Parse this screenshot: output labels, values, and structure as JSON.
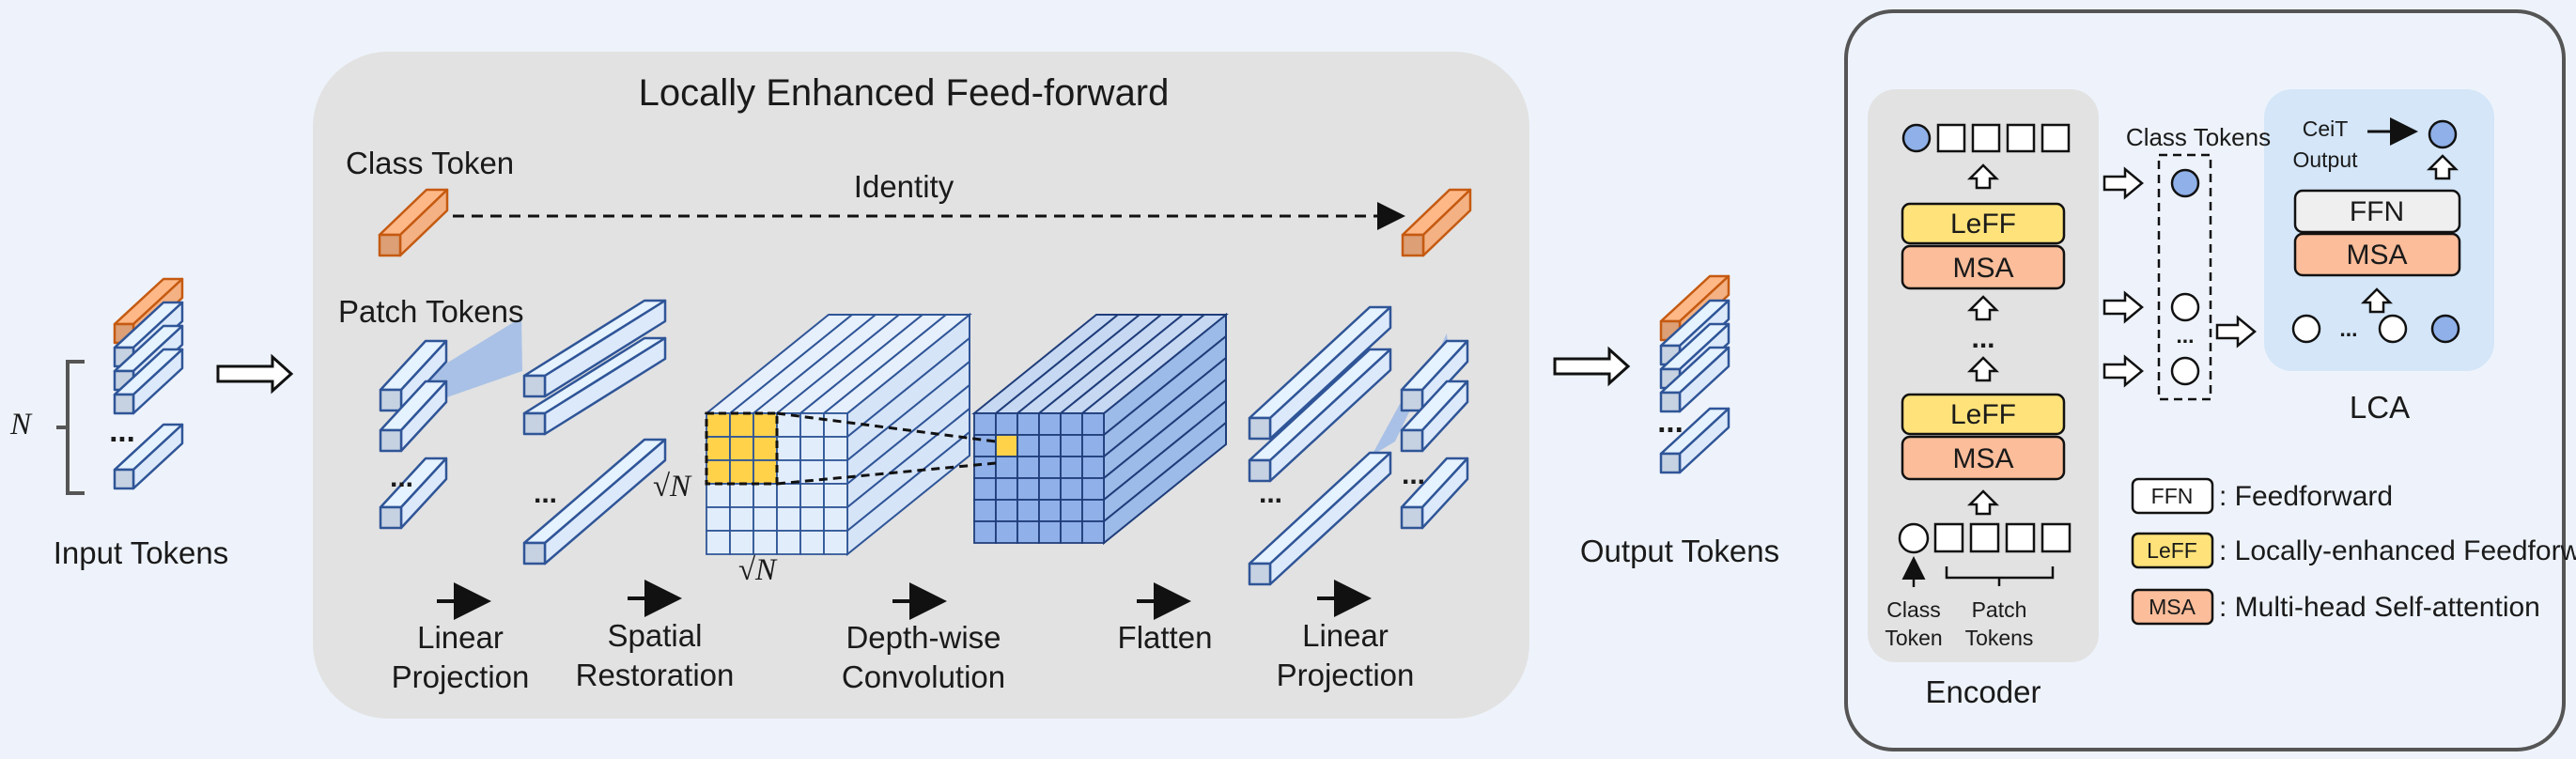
{
  "left_panel": {
    "n_label": "N",
    "dots": "...",
    "input_label": "Input Tokens",
    "output_label": "Output Tokens"
  },
  "leff": {
    "title": "Locally Enhanced Feed-forward",
    "class_token": "Class Token",
    "identity": "Identity",
    "patch_tokens": "Patch Tokens",
    "sqrt_n": "√N",
    "dots": "...",
    "steps": [
      {
        "line1": "Linear",
        "line2": "Projection"
      },
      {
        "line1": "Spatial",
        "line2": "Restoration"
      },
      {
        "line1": "Depth-wise",
        "line2": "Convolution"
      },
      {
        "line1": "Flatten",
        "line2": ""
      },
      {
        "line1": "Linear",
        "line2": "Projection"
      }
    ]
  },
  "ceit": {
    "encoder_label": "Encoder",
    "leff_block": "LeFF",
    "msa_block": "MSA",
    "ffn_block": "FFN",
    "dots": "...",
    "class_tokens": "Class Tokens",
    "ceit_output_1": "CeiT",
    "ceit_output_2": "Output",
    "lca": "LCA",
    "class_token_1": "Class",
    "class_token_2": "Token",
    "patch_tokens_1": "Patch",
    "patch_tokens_2": "Tokens",
    "legend": [
      {
        "key": "FFN",
        "desc": ": Feedforward",
        "color": "#ffffff"
      },
      {
        "key": "LeFF",
        "desc": ": Locally-enhanced Feedforward",
        "color": "#ffe37a"
      },
      {
        "key": "MSA",
        "desc": ": Multi-head Self-attention",
        "color": "#fbbd9a"
      }
    ]
  },
  "colors": {
    "leff_yellow": "#ffe37a",
    "msa_orange": "#fbbd9a",
    "token_blue": "#dce9fb",
    "token_edge": "#2f5597",
    "class_orange": "#f4b183",
    "class_edge": "#c55a11",
    "panel_gray": "#e2e2e2",
    "lca_blue": "#d4e6f8"
  }
}
